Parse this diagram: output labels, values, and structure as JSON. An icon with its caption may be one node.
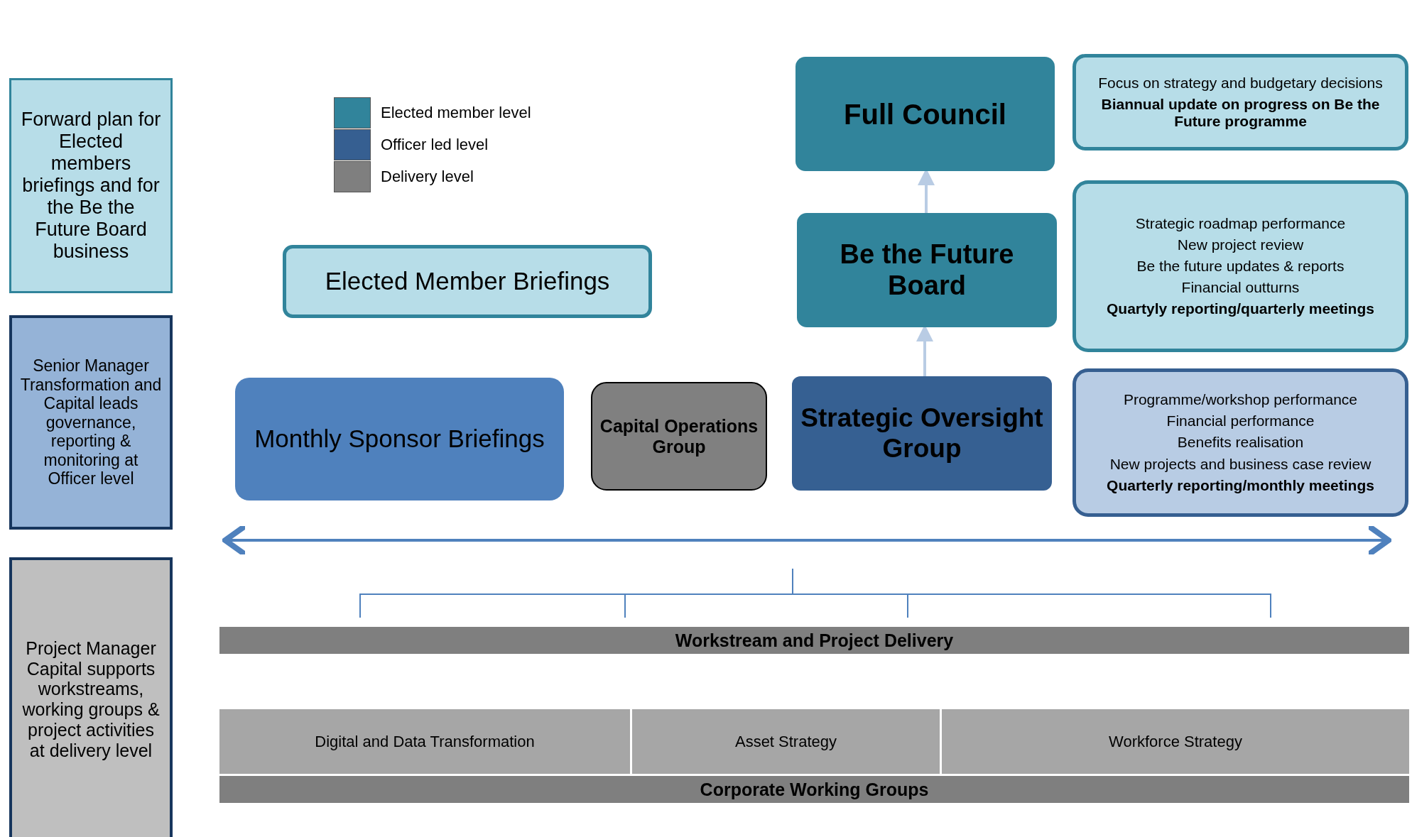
{
  "diagram": {
    "nodes": [
      {
        "text": [
          "Forward plan for Elected members briefings and for the Be the Future Board business"
        ]
      },
      {
        "text": [
          "Full Council"
        ]
      },
      {
        "text": [
          "Focus on strategy and budgetary decisions",
          "Biannual update on progress on Be the Future programme"
        ]
      },
      {
        "text": [
          "Be the Future Board"
        ]
      },
      {
        "text": [
          "Strategic roadmap performance",
          "New project review",
          "Be the future updates & reports",
          "Financial outturns",
          "Quartyly reporting/quarterly meetings"
        ]
      },
      {
        "text": [
          "Elected Member Briefings"
        ]
      },
      {
        "text": [
          "Senior Manager Transformation and Capital leads governance, reporting & monitoring at Officer level"
        ]
      },
      {
        "text": [
          "Monthly Sponsor Briefings"
        ]
      },
      {
        "text": [
          "Capital Operations Group"
        ]
      },
      {
        "text": [
          "Strategic Oversight Group"
        ]
      },
      {
        "text": [
          "Programme/workshop performance",
          "Financial performance",
          "Benefits realisation",
          "New projects and business case review",
          "Quarterly reporting/monthly meetings"
        ]
      },
      {
        "text": [
          "Project Manager Capital supports workstreams, working groups & project activities at delivery level"
        ]
      },
      {
        "text": [
          "Workstream and Project Delivery"
        ]
      },
      {
        "text": [
          "Digital and Data Transformation"
        ]
      },
      {
        "text": [
          "Asset Strategy"
        ]
      },
      {
        "text": [
          "Workforce Strategy"
        ]
      },
      {
        "text": [
          "Corporate Working Groups"
        ]
      }
    ],
    "edges": [
      {
        "from": 3,
        "to": 1,
        "arrow": "to"
      },
      {
        "from": 9,
        "to": 3,
        "arrow": "to"
      }
    ],
    "legend": [
      {
        "text": "Elected member level",
        "color": "#31849b"
      },
      {
        "text": "Officer led level",
        "color": "#365f91"
      },
      {
        "text": "Delivery level",
        "color": "#7f7f7f"
      }
    ]
  }
}
